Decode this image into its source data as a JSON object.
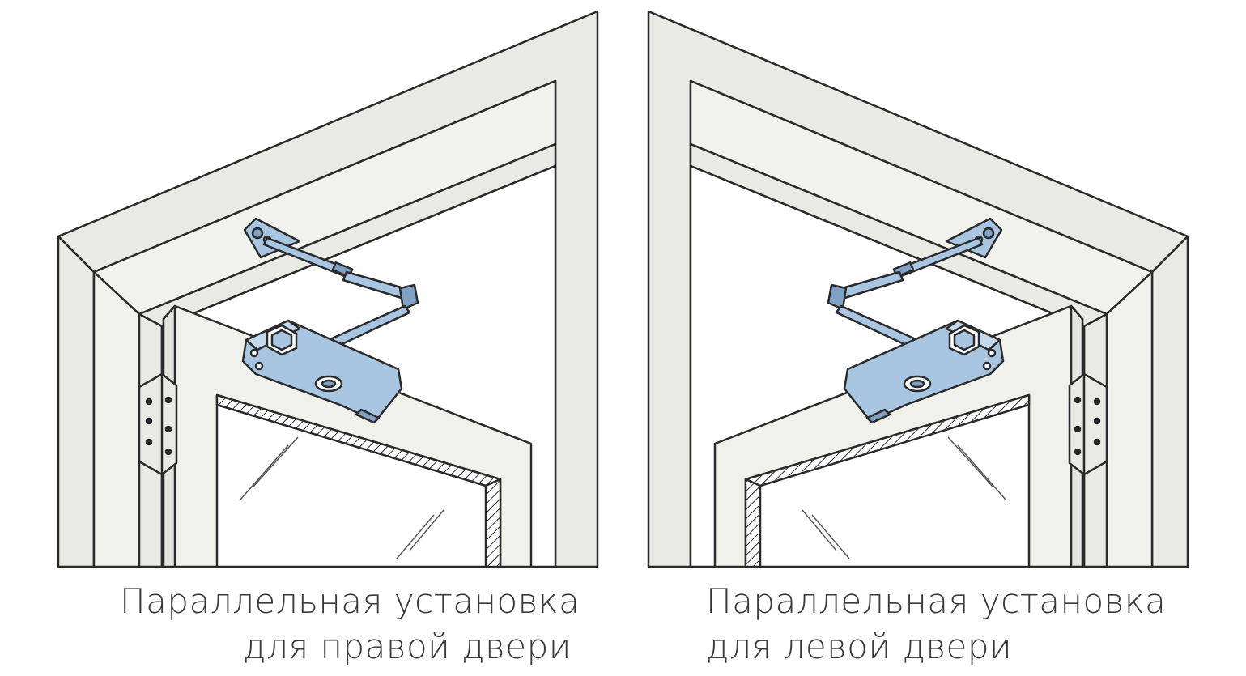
{
  "captions": {
    "right_door_line1": "Параллельная установка",
    "right_door_line2": "для правой двери",
    "left_door_line1": "Параллельная установка",
    "left_door_line2": "для левой двери"
  },
  "colors": {
    "frame_face": "#e9eae3",
    "frame_light": "#f2f2ed",
    "door_leaf": "#f1f1ec",
    "glass": "#ffffff",
    "closer_body": "#a8c6e2",
    "closer_dark": "#7fa2c4",
    "outline": "#2a2a2a"
  }
}
